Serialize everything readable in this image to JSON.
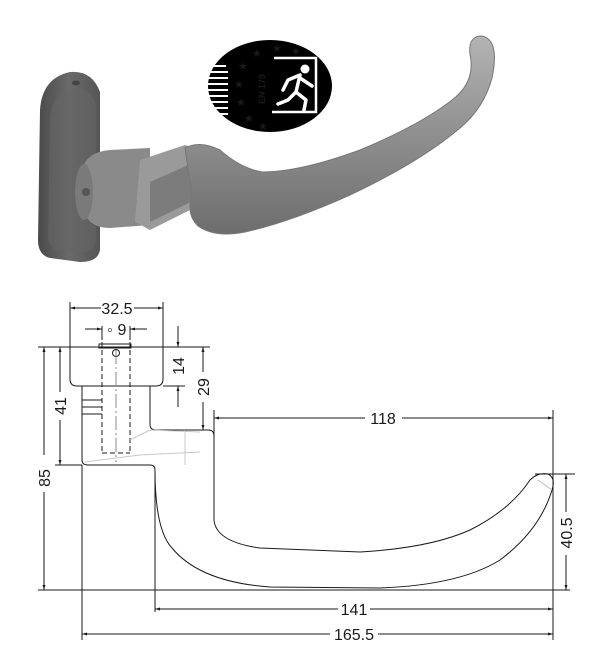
{
  "product": {
    "render": {
      "label": "3D render of lever door handle with oval rose",
      "rose_color": "#5e5e5e",
      "lever_color": "#8e8e8e"
    },
    "badge": {
      "standard": "EN 179",
      "icon": "emergency-exit-running-man-icon",
      "stars": 8,
      "background": "#000000",
      "foreground": "#ffffff"
    }
  },
  "drawing": {
    "line_color": "#1a1a1a",
    "dimensions": {
      "rose_width": "32.5",
      "square_spindle": "9",
      "spindle_symbol": "◦",
      "rose_top_offset": "14",
      "lever_offset": "29",
      "rose_height": "41",
      "overall_height": "85",
      "lever_length": "118",
      "grip_drop": "40.5",
      "lever_reach": "141",
      "overall_length": "165.5"
    }
  }
}
